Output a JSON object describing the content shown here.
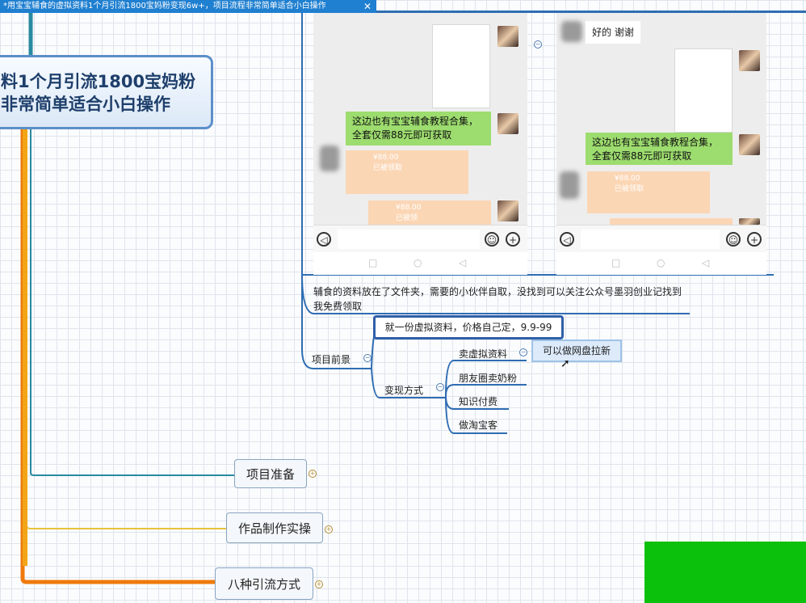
{
  "window": {
    "tab_title": "*用宝宝辅食的虚拟资料1个月引流1800宝妈粉变现6w+，项目流程非常简单适合小白操作",
    "close_icon": "close-icon"
  },
  "root_topic": {
    "line1": "料1个月引流1800宝妈粉",
    "line2": "非常简单适合小白操作"
  },
  "chat_left": {
    "bubble": "这边也有宝宝辅食教程合集，全套仅需88元即可获取",
    "payment1": {
      "amount": "¥88.00",
      "status": "已被领取"
    },
    "payment2": {
      "amount": "¥88.00",
      "status": "已被领"
    }
  },
  "chat_right": {
    "greeting": "好的 谢谢",
    "bubble": "这边也有宝宝辅食教程合集，全套仅需88元即可获取",
    "payment1": {
      "amount": "¥88.00",
      "status": "已被领取"
    }
  },
  "caption": {
    "line1": "辅食的资料放在了文件夹，需要的小伙伴自取，没找到可以关注公众号墨羽创业记找到",
    "line2": "我免费领取"
  },
  "mindmap": {
    "project_background": "项目前景",
    "price_note": "就一份虚拟资料，价格自己定，9.9-99",
    "monetization": "变现方式",
    "sell_virtual": "卖虚拟资料",
    "netdisk_note": "可以做网盘拉新",
    "moments": "朋友圈卖奶粉",
    "paid_knowledge": "知识付费",
    "taobao": "做淘宝客",
    "prep": "项目准备",
    "production": "作品制作实操",
    "traffic": "八种引流方式"
  },
  "colors": {
    "tab_bg": "#1f7fd0",
    "branch_teal": "#2a8aa0",
    "branch_orange": "#f2a516",
    "branch_yellow": "#e8c23a",
    "branch_dark_orange": "#ef7a0c",
    "branch_blue": "#2f6db3",
    "wechat_green": "#9ddc6e",
    "overlay_green": "#0bc10b"
  }
}
